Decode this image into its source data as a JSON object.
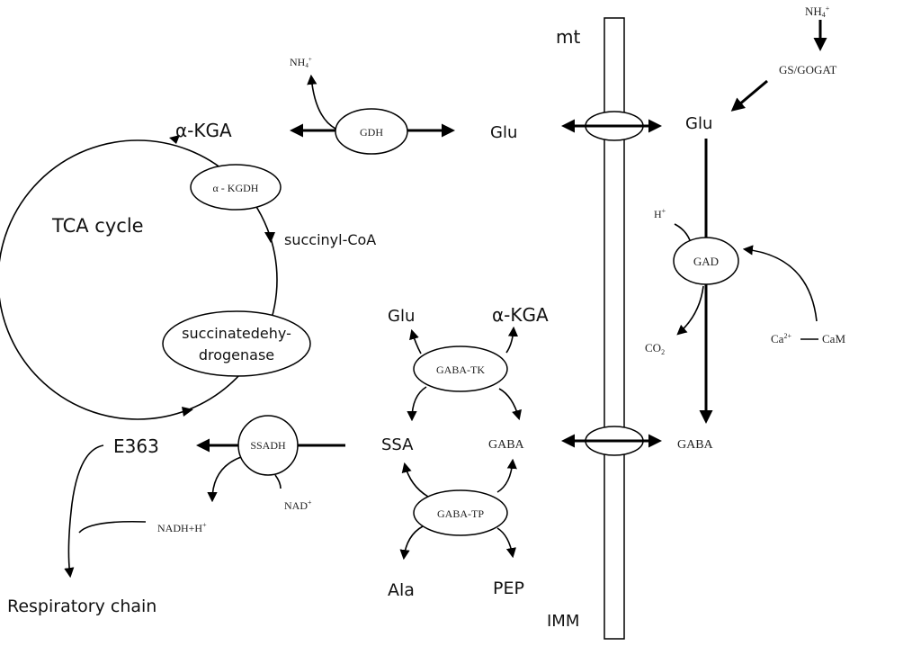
{
  "labels": {
    "mt": "mt",
    "imm": "IMM",
    "nh4_top": "NH",
    "nh4_top_sub": "4",
    "nh4_top_sup": "+",
    "gs_gogat": "GS/GOGAT",
    "glu_right": "Glu",
    "h_plus": "H",
    "h_plus_sup": "+",
    "gad": "GAD",
    "co2": "CO",
    "co2_sub": "2",
    "ca": "Ca",
    "ca_sup": "2+",
    "cam": "CaM",
    "gaba_right": "GABA",
    "nh4_left": "NH",
    "nh4_left_sub": "4",
    "nh4_left_sup": "+",
    "gdh": "GDH",
    "glu_mid": "Glu",
    "akga_top": "α-KGA",
    "tca_cycle": "TCA cycle",
    "akgdh": "α - KGDH",
    "succinyl_coa": "succinyl-CoA",
    "sdh_line1": "succinatedehy-",
    "sdh_line2": "drogenase",
    "e363": "E363",
    "ssadh": "SSADH",
    "nad": "NAD",
    "nad_sup": "+",
    "nadh": "NADH+H",
    "nadh_sup": "+",
    "respiratory_chain": "Respiratory chain",
    "glu_tk": "Glu",
    "akga_tk": "α-KGA",
    "gaba_tk": "GABA-TK",
    "ssa": "SSA",
    "gaba_mid": "GABA",
    "gaba_tp": "GABA-TP",
    "ala": "Ala",
    "pep": "PEP"
  }
}
